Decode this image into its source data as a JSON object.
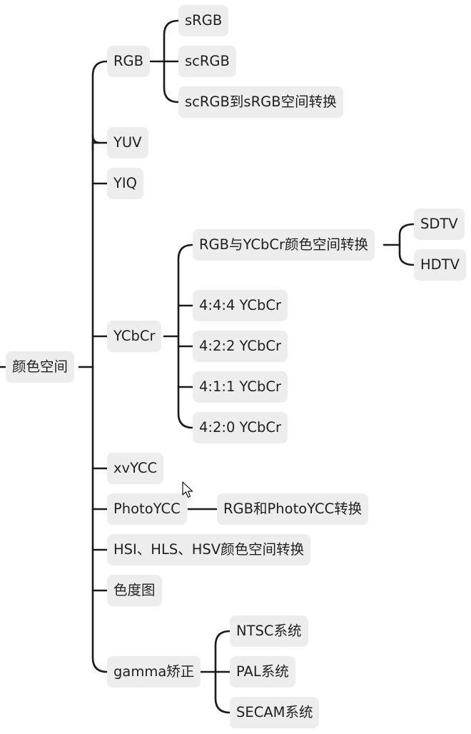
{
  "mindmap": {
    "root": {
      "label": "颜色空间"
    },
    "rgb": {
      "label": "RGB",
      "children": [
        "sRGB",
        "scRGB",
        "scRGB到sRGB空间转换"
      ]
    },
    "yuv": {
      "label": "YUV"
    },
    "yiq": {
      "label": "YIQ"
    },
    "ycbcr": {
      "label": "YCbCr",
      "conversion": {
        "label": "RGB与YCbCr颜色空间转换",
        "children": [
          "SDTV",
          "HDTV"
        ]
      },
      "formats": [
        "4:4:4 YCbCr",
        "4:2:2 YCbCr",
        "4:1:1 YCbCr",
        "4:2:0 YCbCr"
      ]
    },
    "xvycc": {
      "label": "xvYCC"
    },
    "photoycc": {
      "label": "PhotoYCC",
      "children": [
        "RGB和PhotoYCC转换"
      ]
    },
    "hsi": {
      "label": "HSI、HLS、HSV颜色空间转换"
    },
    "chromaticity": {
      "label": "色度图"
    },
    "gamma": {
      "label": "gamma矫正",
      "children": [
        "NTSC系统",
        "PAL系统",
        "SECAM系统"
      ]
    }
  },
  "colors": {
    "node_fill": "#ededed",
    "connector": "#1a1a1a",
    "text": "#1f1f1f"
  },
  "icons": {
    "pointer": "mouse-cursor-icon"
  }
}
